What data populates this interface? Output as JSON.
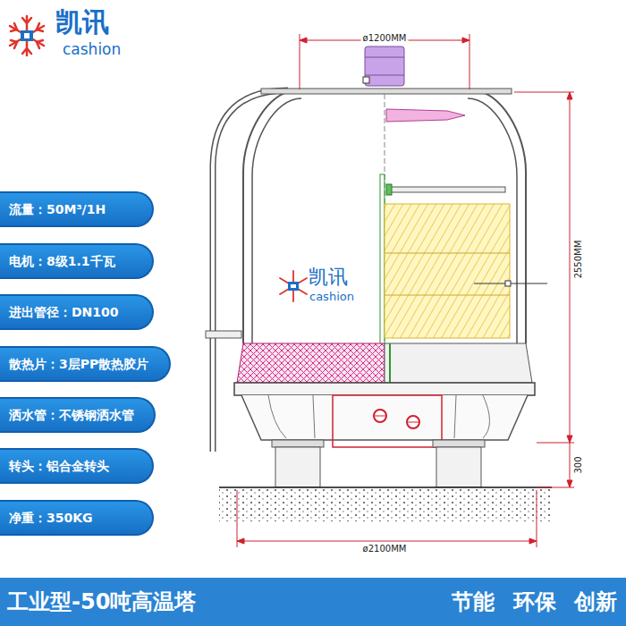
{
  "diagram": {
    "nodes": [
      {
        "text": [
          "流量：50M³/1H"
        ]
      },
      {
        "text": [
          "电机：8级1.1千瓦"
        ]
      },
      {
        "text": [
          "进出管径：DN100"
        ]
      },
      {
        "text": [
          "散热片：3层PP散热胶片"
        ]
      },
      {
        "text": [
          "洒水管：不锈钢洒水管"
        ]
      },
      {
        "text": [
          "转头：铝合金转头"
        ]
      },
      {
        "text": [
          "净重：350KG"
        ]
      },
      {
        "text": [
          "工业型-50吨高温塔",
          "节能 环保 创新"
        ]
      }
    ],
    "labels": [
      "凯讯",
      "cashion",
      "ø1200MM",
      "2550MM",
      "300",
      "ø2100MM",
      "凯讯",
      "cashion"
    ]
  }
}
